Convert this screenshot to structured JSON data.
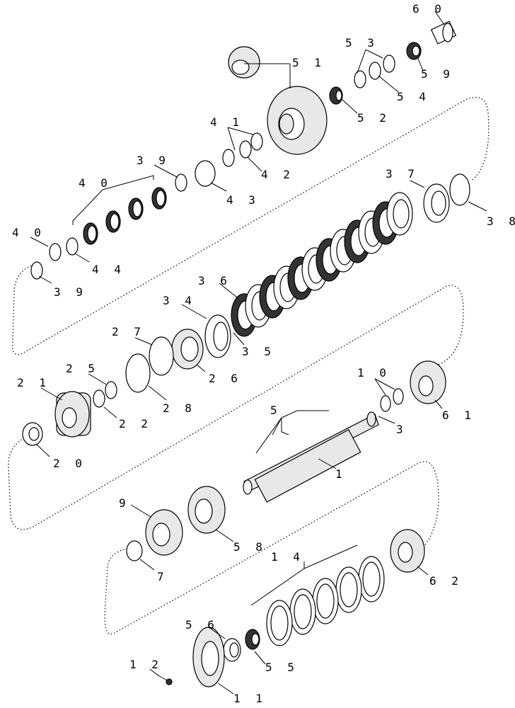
{
  "labels": {
    "p60": "6 0",
    "p53": "5 3",
    "p59": "5 9",
    "p51": "5 1",
    "p54": "5 4",
    "p52": "5 2",
    "p41": "4 1",
    "p42": "4 2",
    "p39a": "3 9",
    "p43": "4 3",
    "p40a": "4 0",
    "p37": "3 7",
    "p38": "3 8",
    "p40b": "4 0",
    "p44": "4 4",
    "p39b": "3 9",
    "p36": "3 6",
    "p34": "3 4",
    "p35": "3 5",
    "p27": "2 7",
    "p26": "2 6",
    "p25": "2 5",
    "p21": "2 1",
    "p28": "2 8",
    "p22": "2 2",
    "p10": "1 0",
    "p61": "6 1",
    "p5": "5",
    "p3": "3",
    "p20": "2 0",
    "p1": "1",
    "p9": "9",
    "p58": "5 8",
    "p7": "7",
    "p14": "1 4",
    "p62": "6 2",
    "p56": "5 6",
    "p55": "5 5",
    "p12": "1 2",
    "p11": "1 1"
  }
}
